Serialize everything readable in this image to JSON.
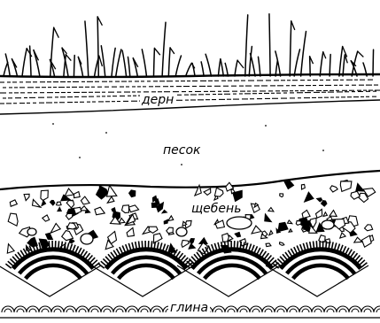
{
  "layers": {
    "turf": "дерн",
    "sand": "песок",
    "gravel": "щебень",
    "clay": "глина"
  },
  "colors": {
    "ink": "#000000",
    "paper": "#ffffff"
  }
}
